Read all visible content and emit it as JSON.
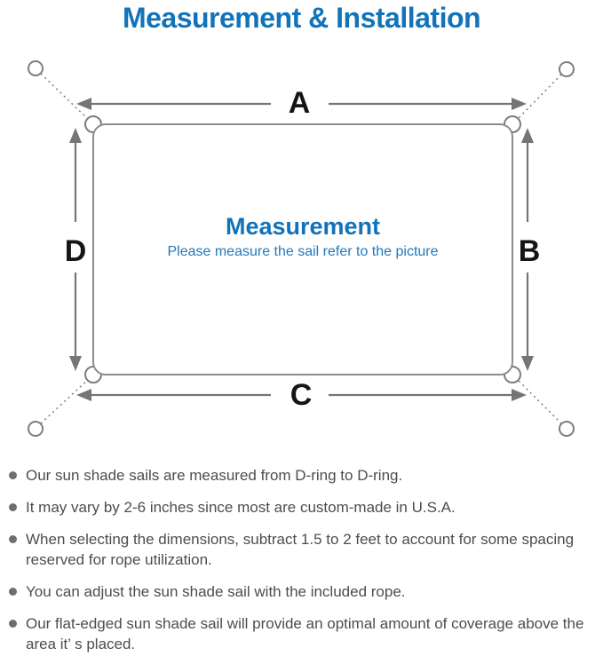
{
  "page": {
    "title": "Measurement & Installation"
  },
  "diagram": {
    "labels": {
      "top": "A",
      "right": "B",
      "bottom": "C",
      "left": "D"
    },
    "center": {
      "heading": "Measurement",
      "subheading": "Please measure the sail refer to the picture"
    },
    "colors": {
      "accent_blue": "#1272b9",
      "line_gray": "#7d7d7d",
      "sail_border_gray": "#8c8c8c",
      "label_black": "#151515"
    }
  },
  "notes": {
    "items": [
      "Our sun shade sails are measured from D-ring to D-ring.",
      "It may vary by 2-6 inches since most are custom-made in U.S.A.",
      "When selecting the dimensions, subtract 1.5 to 2 feet to account for some spacing reserved for rope utilization.",
      "You can adjust the sun shade sail with the included rope.",
      "Our flat-edged sun shade sail will provide an optimal amount of coverage above the area it’ s placed."
    ]
  }
}
